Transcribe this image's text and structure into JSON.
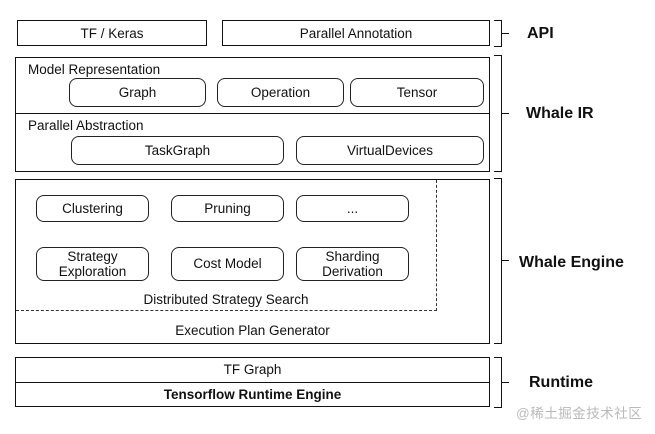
{
  "api": {
    "boxes": [
      {
        "label": "TF / Keras"
      },
      {
        "label": "Parallel Annotation"
      }
    ],
    "brace_label": "API"
  },
  "whale_ir": {
    "brace_label": "Whale IR",
    "model_representation": {
      "title": "Model Representation",
      "chips": [
        {
          "label": "Graph"
        },
        {
          "label": "Operation"
        },
        {
          "label": "Tensor"
        }
      ]
    },
    "parallel_abstraction": {
      "title": "Parallel Abstraction",
      "chips": [
        {
          "label": "TaskGraph"
        },
        {
          "label": "VirtualDevices"
        }
      ]
    }
  },
  "whale_engine": {
    "brace_label": "Whale Engine",
    "strategy_search": {
      "label": "Distributed Strategy Search",
      "row1": [
        {
          "label": "Clustering"
        },
        {
          "label": "Pruning"
        },
        {
          "label": "..."
        }
      ],
      "row2": [
        {
          "label": "Strategy Exploration"
        },
        {
          "label": "Cost Model"
        },
        {
          "label": "Sharding Derivation"
        }
      ]
    },
    "execution_plan_label": "Execution Plan Generator"
  },
  "runtime": {
    "brace_label": "Runtime",
    "boxes": [
      {
        "label": "TF Graph"
      },
      {
        "label": "Tensorflow Runtime Engine"
      }
    ]
  },
  "watermark": "@稀土掘金技术社区",
  "colors": {
    "border": "#111111",
    "background": "#ffffff",
    "watermark": "#b9b9b9"
  }
}
